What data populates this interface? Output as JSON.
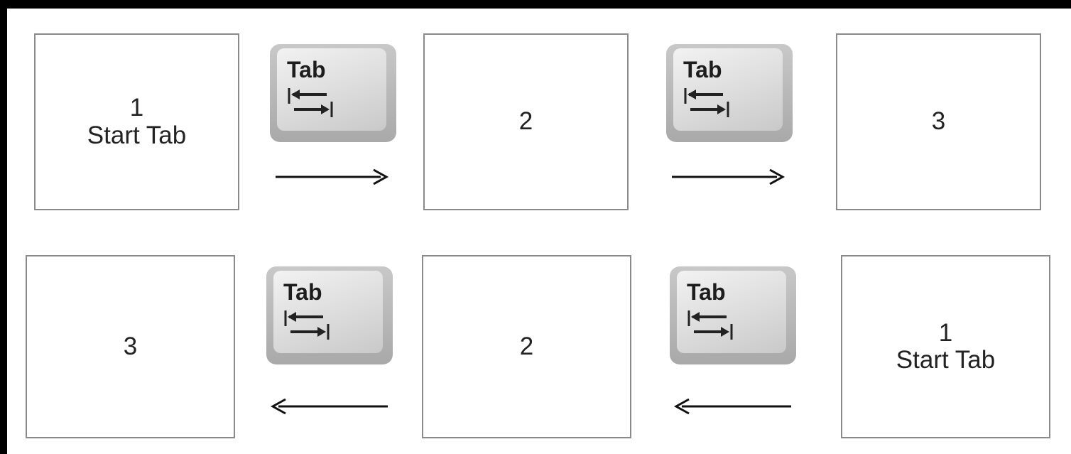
{
  "key_label": "Tab",
  "icons": {
    "tab_glyph": "tab-arrows-icon",
    "flow_arrow": "arrow-icon"
  },
  "colors": {
    "background": "#000000",
    "canvas": "#ffffff",
    "box_border": "#8a8a8a",
    "key": "#d9d9d9",
    "arrow": "#111111"
  },
  "top_row": {
    "boxes": [
      {
        "num": "1",
        "label": "Start Tab"
      },
      {
        "num": "2",
        "label": ""
      },
      {
        "num": "3",
        "label": ""
      }
    ],
    "arrow_direction": "right"
  },
  "bottom_row": {
    "boxes": [
      {
        "num": "3",
        "label": ""
      },
      {
        "num": "2",
        "label": ""
      },
      {
        "num": "1",
        "label": "Start Tab"
      }
    ],
    "arrow_direction": "left"
  }
}
